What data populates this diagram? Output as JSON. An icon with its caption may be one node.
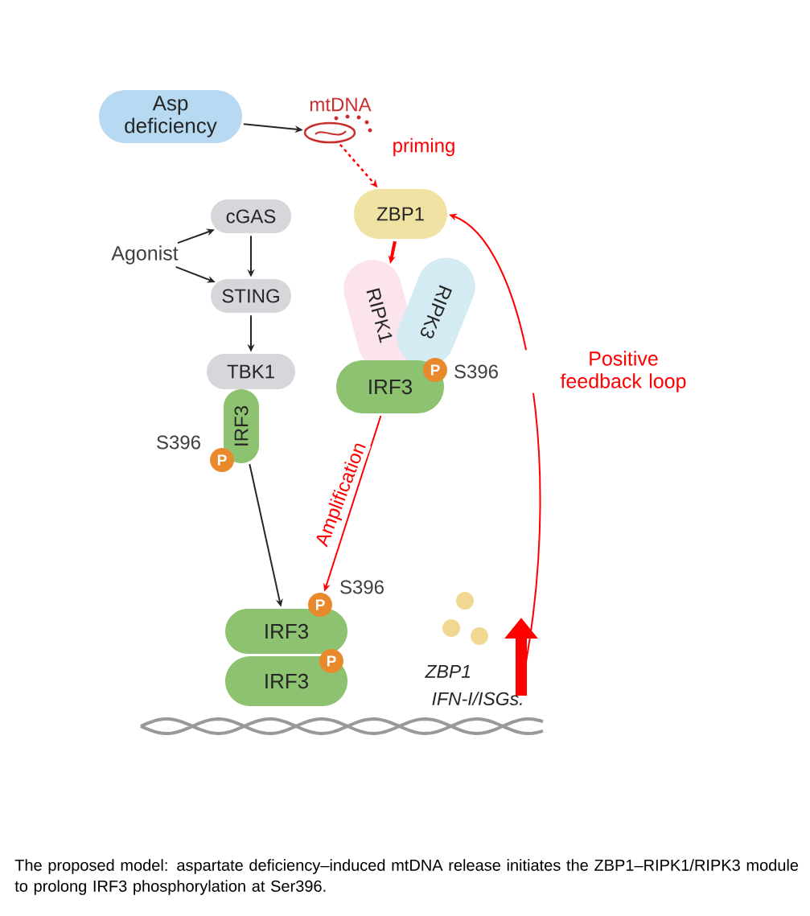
{
  "diagram": {
    "caption": "The proposed model: aspartate deficiency–induced mtDNA release initiates the ZBP1–RIPK1/RIPK3 module to prolong IRF3 phosphorylation at Ser396.",
    "nodes": [
      {
        "text": [
          "Asp deficiency"
        ]
      },
      {
        "text": [],
        "shape": "picture",
        "beside": [
          "mtDNA"
        ]
      },
      {
        "text": [
          "ZBP1"
        ]
      },
      {
        "text": [
          "Agonist"
        ]
      },
      {
        "text": [
          "cGAS"
        ]
      },
      {
        "text": [
          "STING"
        ]
      },
      {
        "text": [
          "TBK1"
        ]
      },
      {
        "text": [
          "IRF3"
        ]
      },
      {
        "text": [
          "P"
        ],
        "beside": [
          "S396"
        ]
      },
      {
        "text": [
          "RIPK1"
        ]
      },
      {
        "text": [
          "RIPK3"
        ]
      },
      {
        "text": [
          "IRF3"
        ]
      },
      {
        "text": [
          "P"
        ],
        "beside": [
          "S396"
        ]
      },
      {
        "text": [
          "IRF3"
        ]
      },
      {
        "text": [
          "P"
        ],
        "beside": [
          "S396"
        ]
      },
      {
        "text": [
          "IRF3"
        ]
      },
      {
        "text": [
          "P"
        ]
      },
      {
        "text": [
          "ZBP1",
          "IFN-I/ISGs."
        ]
      }
    ],
    "edges": [
      {
        "from": 0,
        "to": 1,
        "arrow": "to"
      },
      {
        "from": 1,
        "to": 2,
        "arrow": "to",
        "label": "priming",
        "style": "dashed",
        "color": "#ff0000"
      },
      {
        "from": 3,
        "to": 4,
        "arrow": "to"
      },
      {
        "from": 3,
        "to": 5,
        "arrow": "to"
      },
      {
        "from": 4,
        "to": 5,
        "arrow": "to"
      },
      {
        "from": 5,
        "to": 6,
        "arrow": "to"
      },
      {
        "from": 2,
        "to": 9,
        "arrow": "to",
        "style": "thick",
        "color": "#ff0000"
      },
      {
        "from": 7,
        "to": 13,
        "arrow": "to"
      },
      {
        "from": 11,
        "to": 14,
        "arrow": "to",
        "label": "Amplification",
        "color": "#ff0000"
      },
      {
        "from": 17,
        "to": 2,
        "arrow": "to",
        "label": "Positive feedback loop",
        "color": "#ff0000"
      }
    ]
  }
}
